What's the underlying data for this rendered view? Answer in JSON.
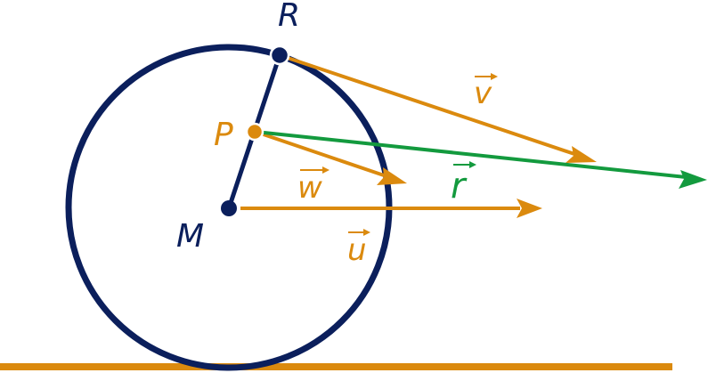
{
  "colors": {
    "navy": "#0b1f5c",
    "orange": "#db8a0e",
    "green": "#139a3e",
    "background": "#ffffff"
  },
  "labels": {
    "top_point": "R",
    "mid_point": "P",
    "center_point": "M",
    "vector_v": "v",
    "vector_w": "w",
    "vector_u": "u",
    "vector_r": "r"
  }
}
